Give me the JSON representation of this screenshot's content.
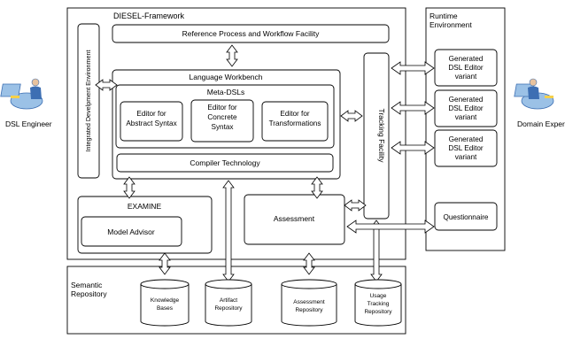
{
  "diagram": {
    "framework_title": "DIESEL-Framework",
    "runtime_title_line1": "Runtime",
    "runtime_title_line2": "Environment",
    "semantic_title_line1": "Semantic",
    "semantic_title_line2": "Repository",
    "ide_label": "Integrated Develpment Environment",
    "reference_process": "Reference Process and Workflow Facility",
    "language_workbench": "Language Workbench",
    "meta_dsls": "Meta-DSLs",
    "editor_abstract": [
      "Editor for",
      "Abstract Syntax"
    ],
    "editor_concrete": [
      "Editor for",
      "Concrete",
      "Syntax"
    ],
    "editor_transform": [
      "Editor for",
      "Transformations"
    ],
    "compiler": "Compiler Technology",
    "tracking": "Tracking Facility",
    "examine": "EXAMINE",
    "model_advisor": "Model Advisor",
    "assessment": "Assessment",
    "generated_editor": [
      "Generated",
      "DSL Editor",
      "variant"
    ],
    "questionnaire": "Questionnaire",
    "knowledge_bases": [
      "Knowledge",
      "Bases"
    ],
    "artifact_repository": [
      "Artifact",
      "Repository"
    ],
    "assessment_repository": [
      "Assessment",
      "Repository"
    ],
    "usage_tracking_repository": [
      "Usage",
      "Tracking",
      "Repository"
    ],
    "dsl_engineer": "DSL Engineer",
    "domain_expert": "Domain Exper"
  },
  "colors": {
    "stroke": "#000000",
    "fill": "#ffffff",
    "person_blue": "#3d6fb3",
    "person_light": "#9bc1e6",
    "person_skin": "#e8c39e",
    "person_yellow": "#f5d04a"
  }
}
